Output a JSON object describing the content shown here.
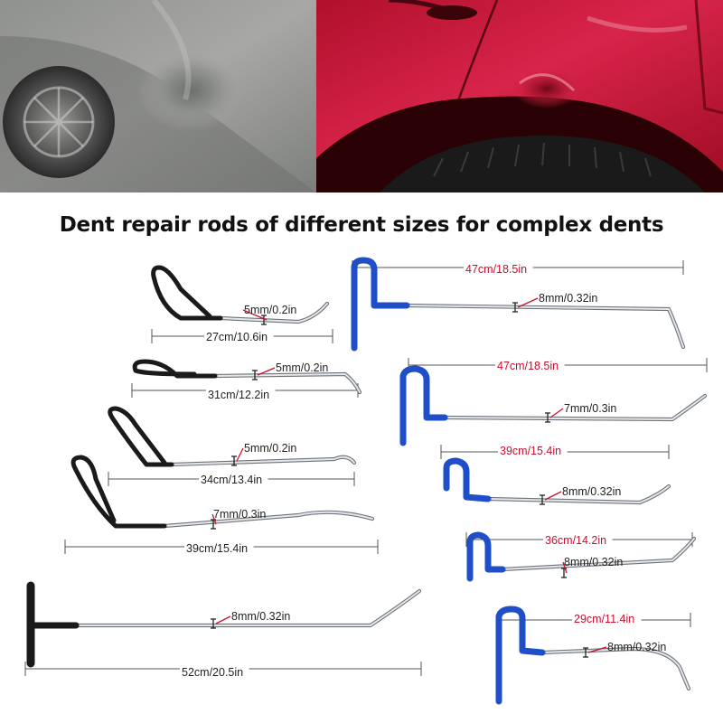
{
  "headline": "Dent repair rods of different sizes for complex dents",
  "images": {
    "left": "silver-car-door-dent-photo",
    "right": "red-car-fender-dent-photo"
  },
  "colors": {
    "dimension_text": "#c8102e",
    "tip_text": "#222222",
    "black_handle": "#1a1a1a",
    "blue_handle": "#1f4fc8",
    "rod_steel": "#b8bcc2"
  },
  "rods": [
    {
      "handle": "black",
      "diameter": "5mm/0.2in",
      "length": "27cm/10.6in"
    },
    {
      "handle": "black",
      "diameter": "5mm/0.2in",
      "length": "31cm/12.2in"
    },
    {
      "handle": "black",
      "diameter": "5mm/0.2in",
      "length": "34cm/13.4in"
    },
    {
      "handle": "black",
      "diameter": "7mm/0.3in",
      "length": "39cm/15.4in"
    },
    {
      "handle": "black",
      "diameter": "8mm/0.32in",
      "length": "52cm/20.5in"
    },
    {
      "handle": "blue",
      "diameter": "8mm/0.32in",
      "length": "47cm/18.5in"
    },
    {
      "handle": "blue",
      "diameter": "7mm/0.3in",
      "length": "47cm/18.5in"
    },
    {
      "handle": "blue",
      "diameter": "8mm/0.32in",
      "length": "39cm/15.4in"
    },
    {
      "handle": "blue",
      "diameter": "8mm/0.32in",
      "length": "36cm/14.2in"
    },
    {
      "handle": "blue",
      "diameter": "8mm/0.32in",
      "length": "29cm/11.4in"
    }
  ]
}
